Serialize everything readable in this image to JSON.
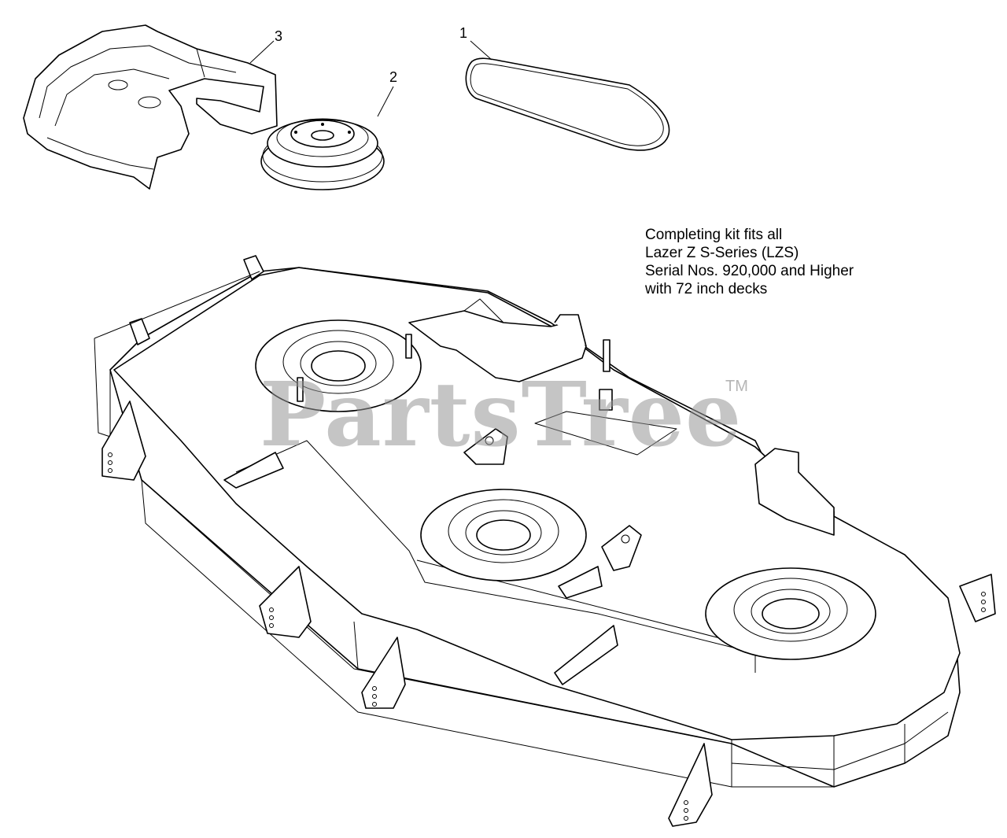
{
  "callouts": [
    {
      "number": "1",
      "part": "belt"
    },
    {
      "number": "2",
      "part": "pulley"
    },
    {
      "number": "3",
      "part": "belt-cover"
    }
  ],
  "note": {
    "lines": [
      "Completing kit fits all",
      "Lazer Z S-Series (LZS)",
      "Serial Nos. 920,000 and Higher",
      "with 72 inch decks"
    ]
  },
  "watermark": {
    "text": "PartsTree",
    "tm": "TM"
  }
}
